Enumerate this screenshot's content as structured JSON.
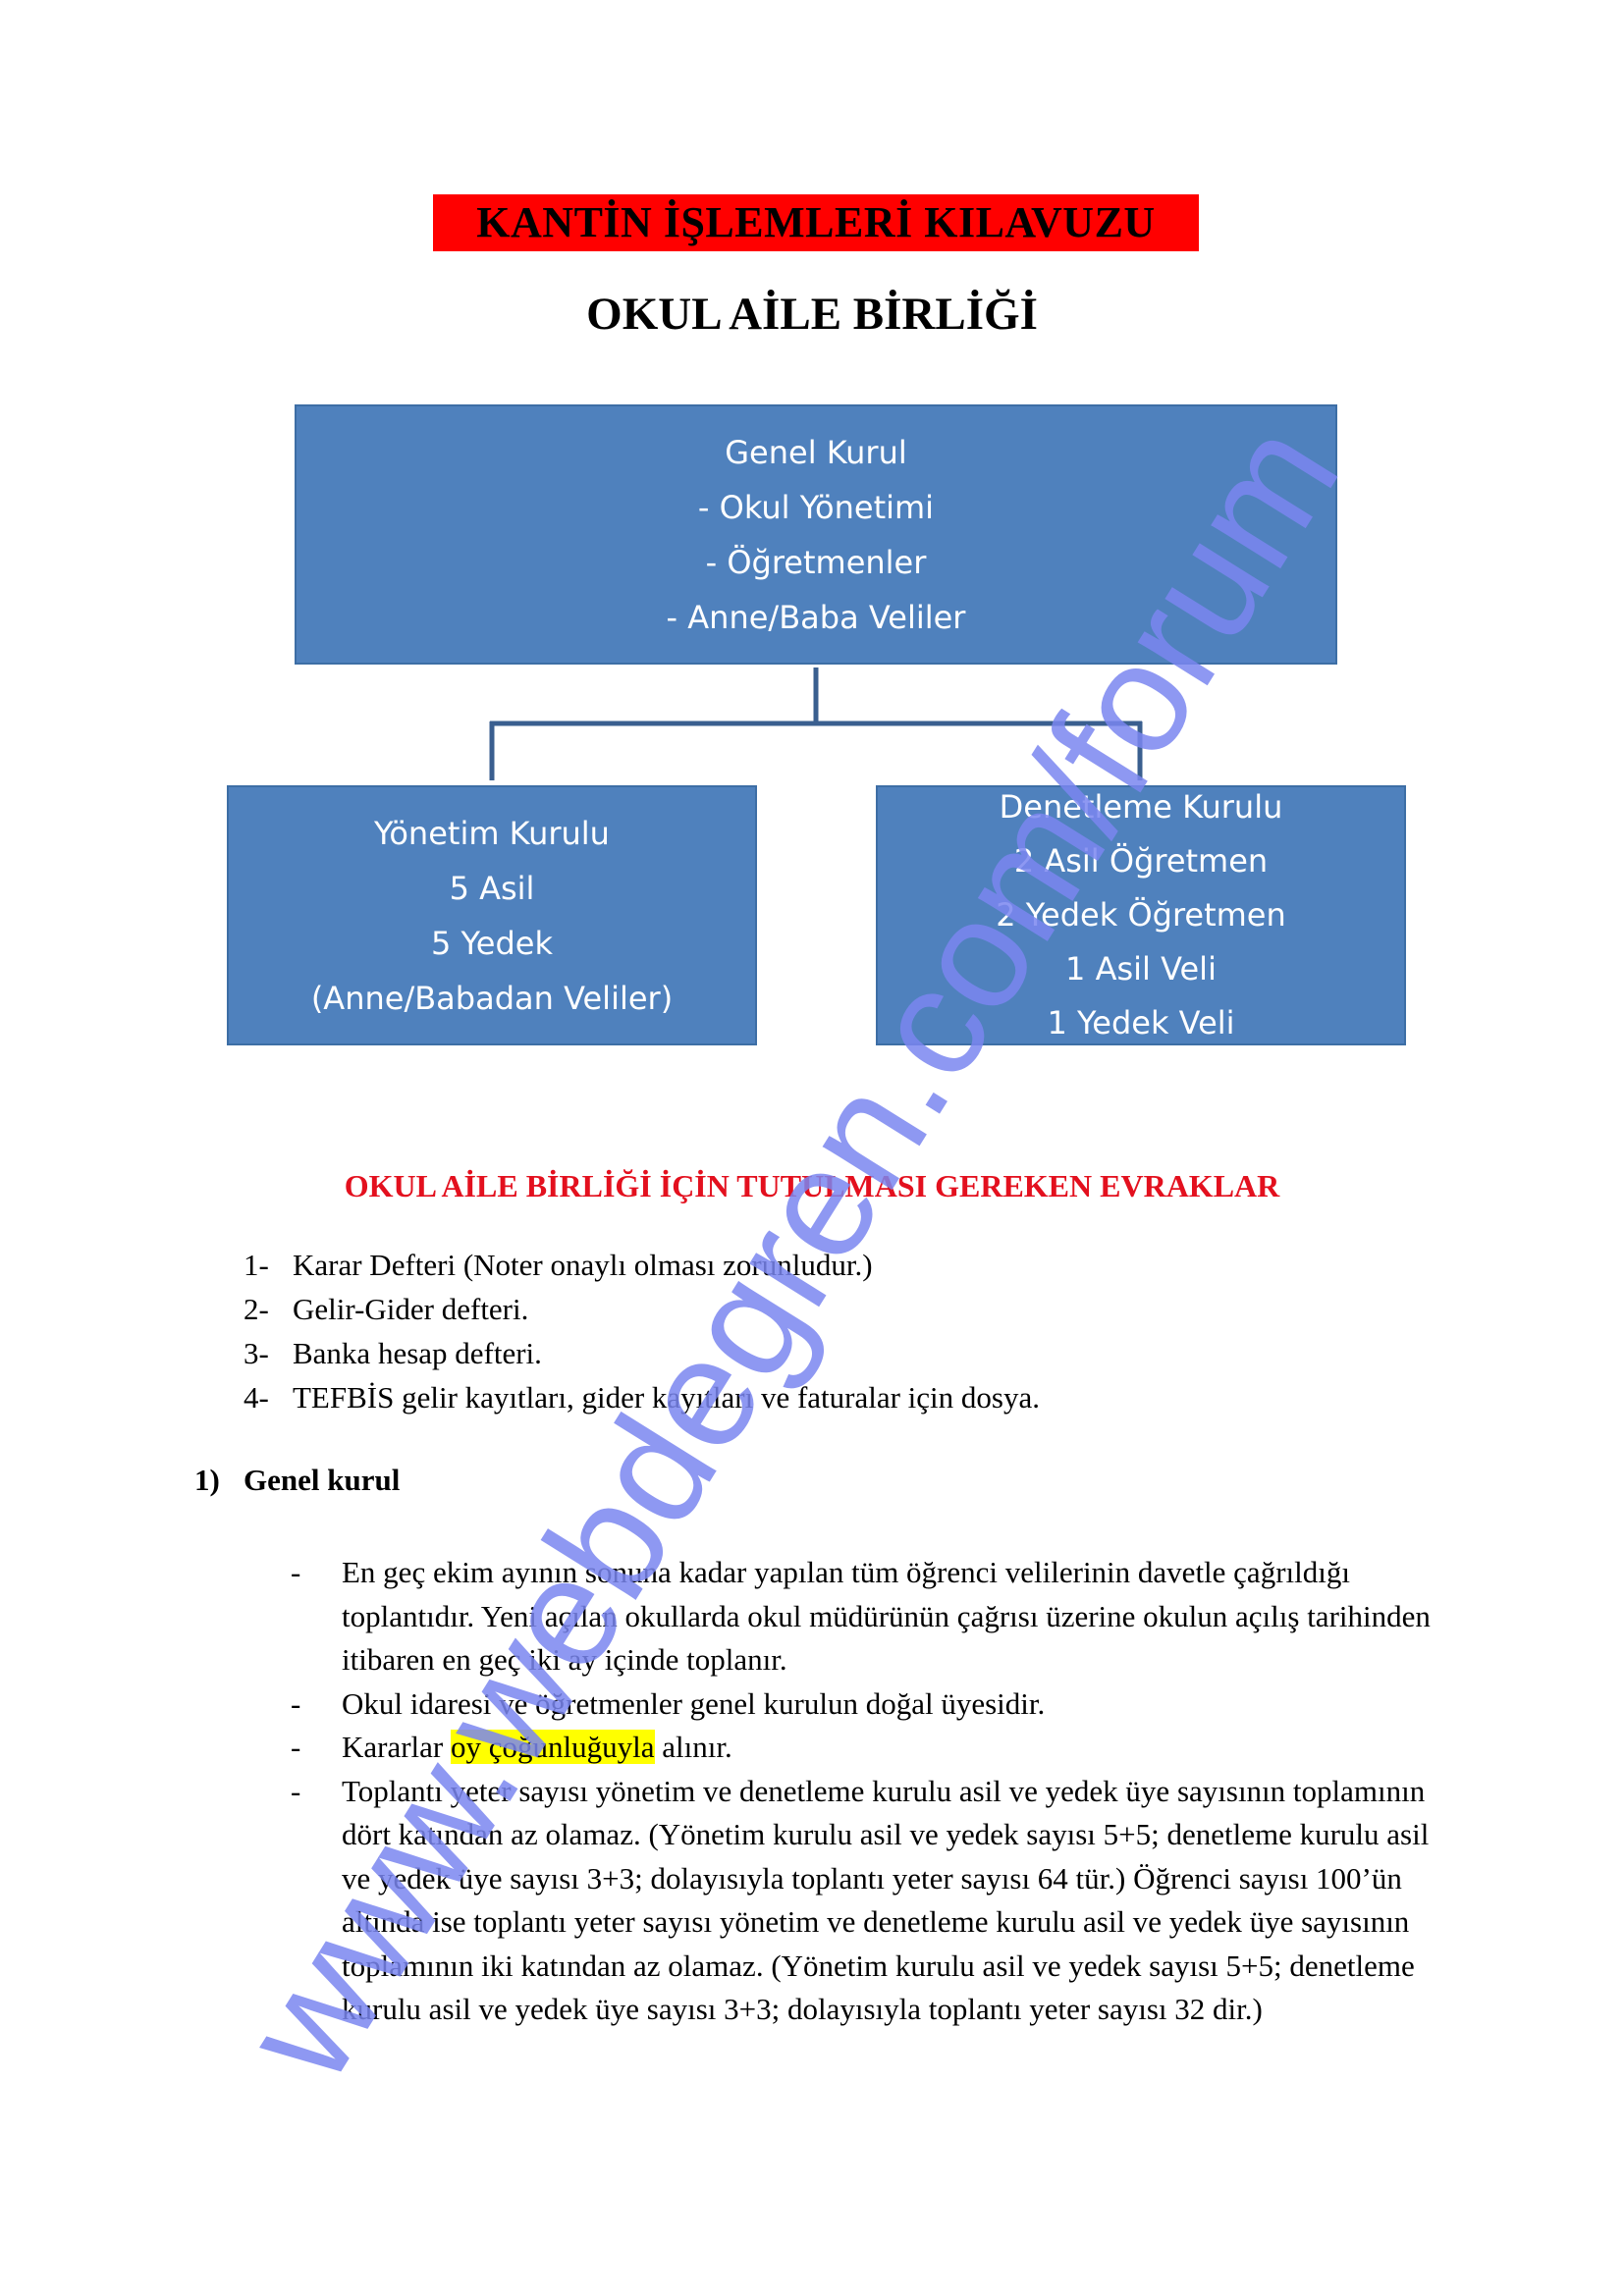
{
  "header": {
    "main_title": "KANTİN İŞLEMLERİ KILAVUZU",
    "sub_title": "OKUL AİLE BİRLİĞİ"
  },
  "org_chart": {
    "top_box": [
      "Genel Kurul",
      "- Okul Yönetimi",
      "- Öğretmenler",
      "- Anne/Baba Veliler"
    ],
    "left_box": [
      "Yönetim Kurulu",
      "5 Asil",
      "5 Yedek",
      "(Anne/Babadan Veliler)"
    ],
    "right_box": [
      "Denetleme Kurulu",
      "2 Asil Öğretmen",
      "2 Yedek Öğretmen",
      "1 Asil Veli",
      "1 Yedek Veli"
    ],
    "box_color": "#4f81bd",
    "connector_color": "#3a5f8f"
  },
  "documents": {
    "heading": "OKUL AİLE BİRLİĞİ İÇİN TUTULMASI GEREKEN EVRAKLAR",
    "heading_color": "#e3101e",
    "items": [
      {
        "num": "1-",
        "text": "Karar Defteri (Noter onaylı olması zorunludur.)"
      },
      {
        "num": "2-",
        "text": "Gelir-Gider defteri."
      },
      {
        "num": "3-",
        "text": "Banka hesap defteri."
      },
      {
        "num": "4-",
        "text": "TEFBİS gelir kayıtları, gider kayıtları ve faturalar için dosya."
      }
    ]
  },
  "section1": {
    "num": "1)",
    "title": "Genel kurul",
    "dash": "-",
    "items": {
      "item1": "En geç ekim ayının sonuna kadar yapılan tüm öğrenci velilerinin davetle çağrıldığı toplantıdır. Yeni açılan okullarda okul müdürünün çağrısı üzerine okulun açılış tarihinden itibaren en geç iki ay içinde toplanır.",
      "item2": "Okul idaresi ve öğretmenler genel kurulun doğal üyesidir.",
      "item3_before": "Kararlar ",
      "item3_highlight": "oy çoğunluğuyla",
      "item3_after": " alınır.",
      "item4": "Toplantı yeter sayısı yönetim ve denetleme kurulu asil ve yedek üye sayısının toplamının dört katından az olamaz. (Yönetim kurulu asil ve yedek sayısı 5+5; denetleme kurulu asil ve yedek üye sayısı 3+3; dolayısıyla toplantı yeter sayısı  64 tür.) Öğrenci sayısı 100’ün altında ise toplantı yeter sayısı yönetim ve denetleme kurulu asil ve yedek üye sayısının toplamının iki katından az olamaz. (Yönetim kurulu asil ve yedek sayısı 5+5; denetleme kurulu asil ve yedek üye sayısı 3+3; dolayısıyla toplantı yeter sayısı  32 dir.)"
    },
    "highlight_color": "#ffff00"
  },
  "watermark": {
    "text": "www.webdegren.com/forum",
    "color": "#7a86f0"
  }
}
